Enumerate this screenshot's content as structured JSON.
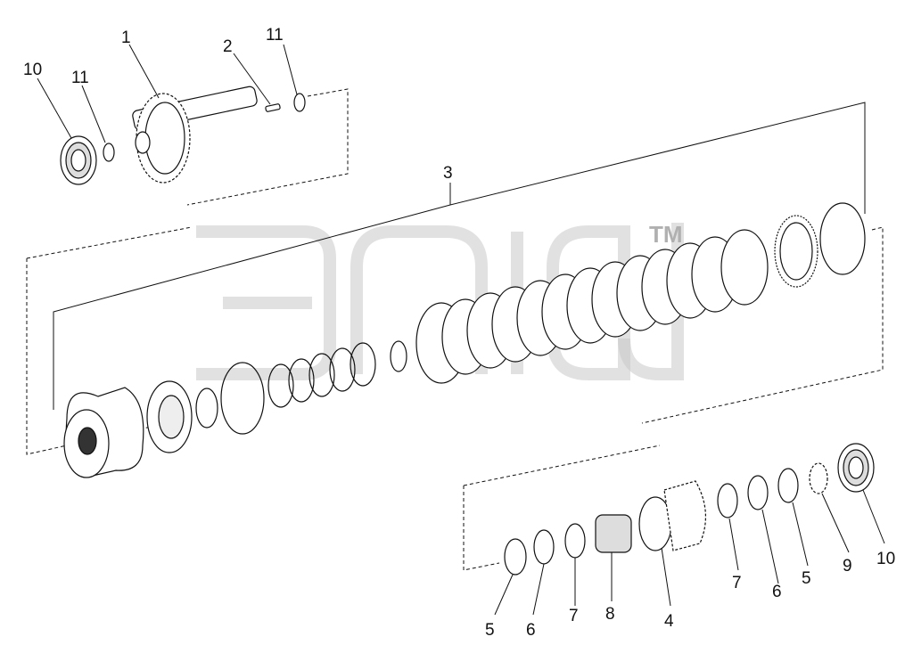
{
  "watermark": {
    "mark": "TM"
  },
  "callouts": [
    {
      "id": "c1",
      "text": "1"
    },
    {
      "id": "c2",
      "text": "2"
    },
    {
      "id": "c11a",
      "text": "11"
    },
    {
      "id": "c10a",
      "text": "10"
    },
    {
      "id": "c11b",
      "text": "11"
    },
    {
      "id": "c3",
      "text": "3"
    },
    {
      "id": "c5a",
      "text": "5"
    },
    {
      "id": "c6a",
      "text": "6"
    },
    {
      "id": "c7a",
      "text": "7"
    },
    {
      "id": "c8",
      "text": "8"
    },
    {
      "id": "c4",
      "text": "4"
    },
    {
      "id": "c7b",
      "text": "7"
    },
    {
      "id": "c6b",
      "text": "6"
    },
    {
      "id": "c5b",
      "text": "5"
    },
    {
      "id": "c9",
      "text": "9"
    },
    {
      "id": "c10b",
      "text": "10"
    }
  ],
  "colors": {
    "ink": "#111111",
    "watermark": "#c8c8c8"
  }
}
